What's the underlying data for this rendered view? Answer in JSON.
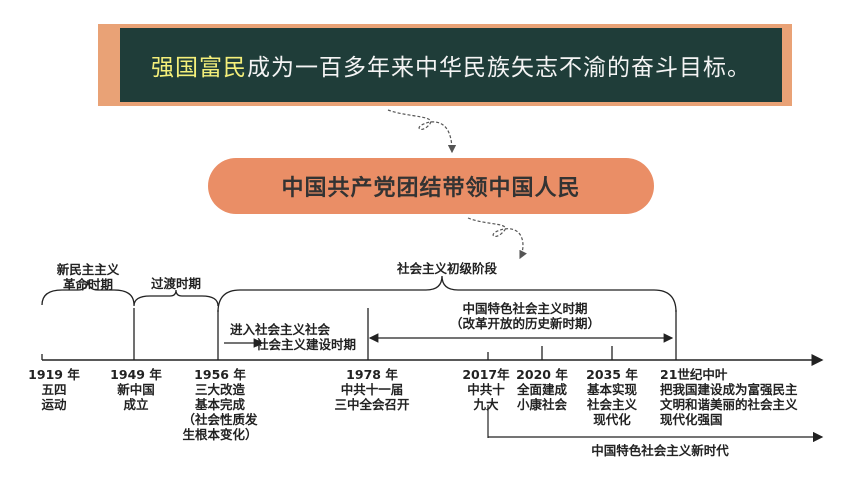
{
  "banner": {
    "highlight": "强国富民",
    "rest": "成为一百多年来中华民族矢志不渝的奋斗目标。"
  },
  "pill": {
    "text": "中国共产党团结带领中国人民"
  },
  "periods": {
    "new_democratic": [
      "新民主主义",
      "革命时期"
    ],
    "transition": "过渡时期",
    "primary_stage": "社会主义初级阶段",
    "socialism_chinese": [
      "中国特色社会主义时期",
      "（改革开放的历史新时期）"
    ],
    "enter_socialist": "进入社会主义社会",
    "construction_period": "社会主义建设时期",
    "new_era": "中国特色社会主义新时代"
  },
  "events": [
    {
      "year": "1919 年",
      "lines": [
        "五四",
        "运动"
      ]
    },
    {
      "year": "1949 年",
      "lines": [
        "新中国",
        "成立"
      ]
    },
    {
      "year": "1956 年",
      "lines": [
        "三大改造",
        "基本完成",
        "（社会性质发",
        "生根本变化）"
      ]
    },
    {
      "year": "1978 年",
      "lines": [
        "中共十一届",
        "三中全会召开"
      ]
    },
    {
      "year": "2017年",
      "lines": [
        "中共十",
        "九大"
      ]
    },
    {
      "year": "2020 年",
      "lines": [
        "全面建成",
        "小康社会"
      ]
    },
    {
      "year": "2035 年",
      "lines": [
        "基本实现",
        "社会主义",
        "现代化"
      ]
    },
    {
      "year": "21世纪中叶",
      "lines": [
        "把我国建设成为富强民主",
        "文明和谐美丽的社会主义",
        "现代化强国"
      ]
    }
  ],
  "colors": {
    "banner_bg": "#1f3d39",
    "banner_frame": "#e9a276",
    "highlight": "#f4ef7a",
    "pill": "#ea8e66"
  }
}
